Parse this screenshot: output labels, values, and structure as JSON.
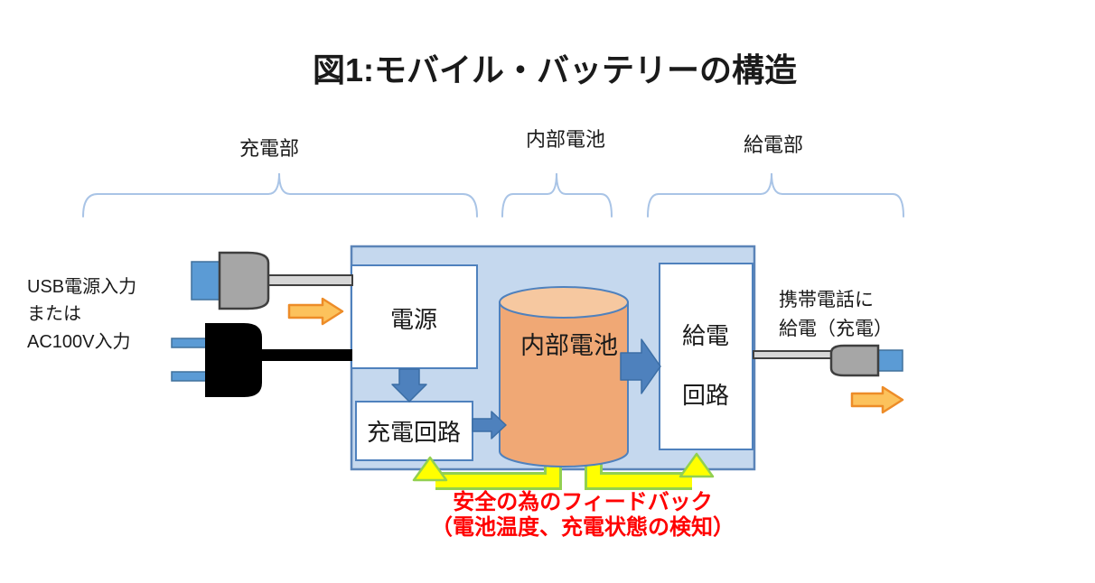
{
  "title": "図1:モバイル・バッテリーの構造",
  "section_labels": {
    "charging_unit": "充電部",
    "internal_battery": "内部電池",
    "power_supply_unit": "給電部"
  },
  "input_caption": {
    "lines": [
      "USB電源入力",
      "または",
      "AC100V入力"
    ]
  },
  "output_caption": {
    "lines": [
      "携帯電話に",
      "給電（充電）"
    ]
  },
  "blocks": {
    "power_source": "電源",
    "charging_circuit": "充電回路",
    "internal_battery": "内部電池",
    "supply_circuit": [
      "給電",
      "回路"
    ]
  },
  "feedback_note": {
    "lines": [
      "安全の為のフィードバック",
      "（電池温度、充電状態の検知）"
    ]
  },
  "colors": {
    "text_black": "#1a1a1a",
    "enclosure_fill": "#C5D8EE",
    "enclosure_border": "#5B84B8",
    "box_border": "#4F81BD",
    "arrow_blue": "#4E81BD",
    "arrow_blue_border": "#3B6EA5",
    "cylinder_body": "#F0A875",
    "cylinder_top": "#F6C8A0",
    "cylinder_border": "#4F81BD",
    "orange_arrow_fill": "#FCC25C",
    "orange_arrow_border": "#ED8C28",
    "feedback_yellow": "#FFFF00",
    "feedback_green": "#92D050",
    "feedback_text_red": "#FF0000",
    "brace_blue": "#A9C4E6",
    "plug_blue": "#5B9BD5",
    "plug_blue_border": "#41719C",
    "connector_gray": "#A6A6A6",
    "connector_gray_border": "#3F3F3F",
    "cable_gray": "#D6D6D6",
    "cable_border": "#404040",
    "plug_black": "#000000"
  }
}
